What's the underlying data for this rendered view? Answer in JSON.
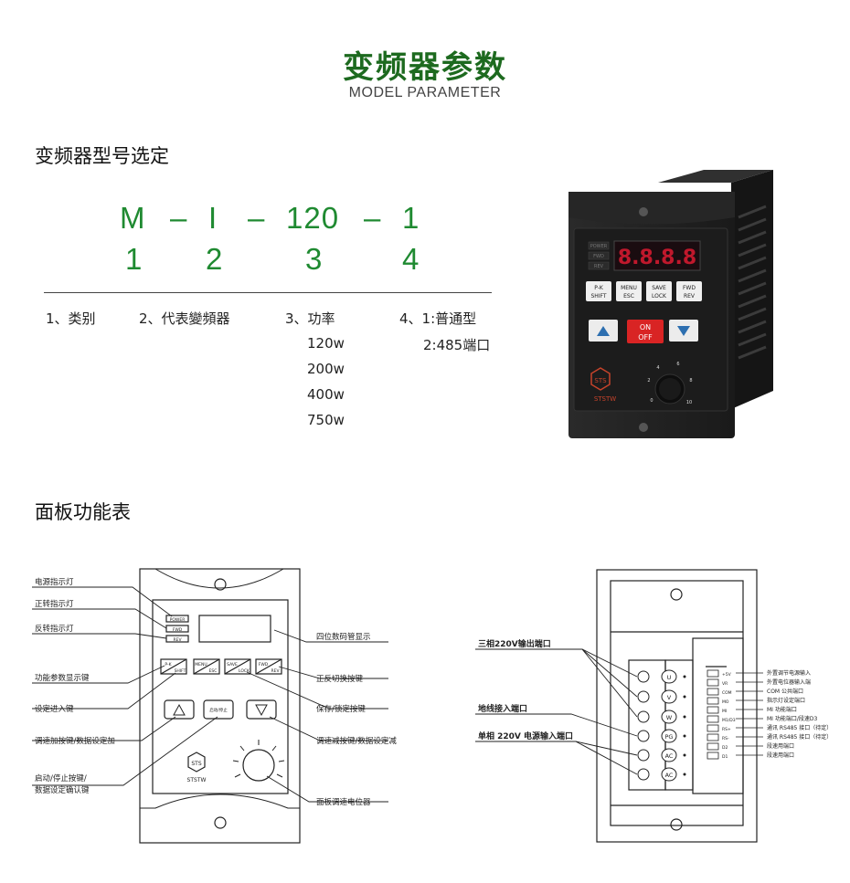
{
  "header": {
    "title_cn": "变频器参数",
    "title_en": "MODEL PARAMETER"
  },
  "model_section": {
    "heading": "变频器型号选定",
    "code_parts": [
      "M",
      "–",
      "I",
      "–",
      "120",
      "–",
      "1"
    ],
    "index_numbers": [
      "1",
      "2",
      "3",
      "4"
    ],
    "legend": {
      "cat1": "1、类别",
      "cat2": "2、代表變頻器",
      "cat3": "3、功率",
      "powers": [
        "120w",
        "200w",
        "400w",
        "750w"
      ],
      "cat4": "4、1:普通型",
      "cat4_opt2": "2:485端口"
    }
  },
  "device_photo": {
    "led_labels": [
      "POWER",
      "FWD",
      "REV"
    ],
    "display": "8.8.8.8",
    "keys": [
      {
        "top": "P-K",
        "bottom": "SHIFT"
      },
      {
        "top": "MENU",
        "bottom": "ESC"
      },
      {
        "top": "SAVE",
        "bottom": "LOCK"
      },
      {
        "top": "FWD",
        "bottom": "REV"
      }
    ],
    "on_off_top": "ON",
    "on_off_bottom": "OFF",
    "brand": "STSTW",
    "logo": "STS",
    "dial_marks": [
      "0",
      "2",
      "4",
      "6",
      "8",
      "10"
    ]
  },
  "panel_section": {
    "heading": "面板功能表",
    "left_labels": [
      "电源指示灯",
      "正转指示灯",
      "反转指示灯",
      "功能参数显示键",
      "设定进入键",
      "调速加按键/数据设定加",
      "启动/停止按键/",
      "数据设定确认键"
    ],
    "right_labels": [
      "四位数码管显示",
      "正反切换按键",
      "保存/锁定按键",
      "调速减按键/数据设定减",
      "面板调速电位器"
    ],
    "panel_led_labels": [
      "POWER",
      "FWD",
      "REV"
    ],
    "panel_keys": [
      {
        "top": "P-K",
        "bottom": "SHIFT"
      },
      {
        "top": "MENU",
        "bottom": "ESC"
      },
      {
        "top": "SAVE",
        "bottom": "LOCK"
      },
      {
        "top": "FWD",
        "bottom": "REV"
      }
    ],
    "panel_run_key": "启动/停止",
    "panel_brand": "STSTW",
    "panel_logo": "STS"
  },
  "wiring": {
    "left_labels": [
      "三相220V输出端口",
      "地线接入端口",
      "单相 220V 电源输入端口"
    ],
    "terminals": [
      "U",
      "V",
      "W",
      "PG",
      "AC",
      "AC"
    ],
    "control_terms": [
      "+5V",
      "VR",
      "COM",
      "MO",
      "MI",
      "M1/D3",
      "RS+",
      "RS-",
      "D2",
      "D1"
    ],
    "control_descs": [
      "外置调节电源输入",
      "外置电位器输入端",
      "COM 公共端口",
      "指示灯设定端口",
      "MI 功能端口",
      "MI 功能端口/段速D3",
      "通讯 RS485 接口（待定）",
      "通讯 RS485 接口（待定）",
      "段速用端口",
      "段速用端口"
    ]
  }
}
